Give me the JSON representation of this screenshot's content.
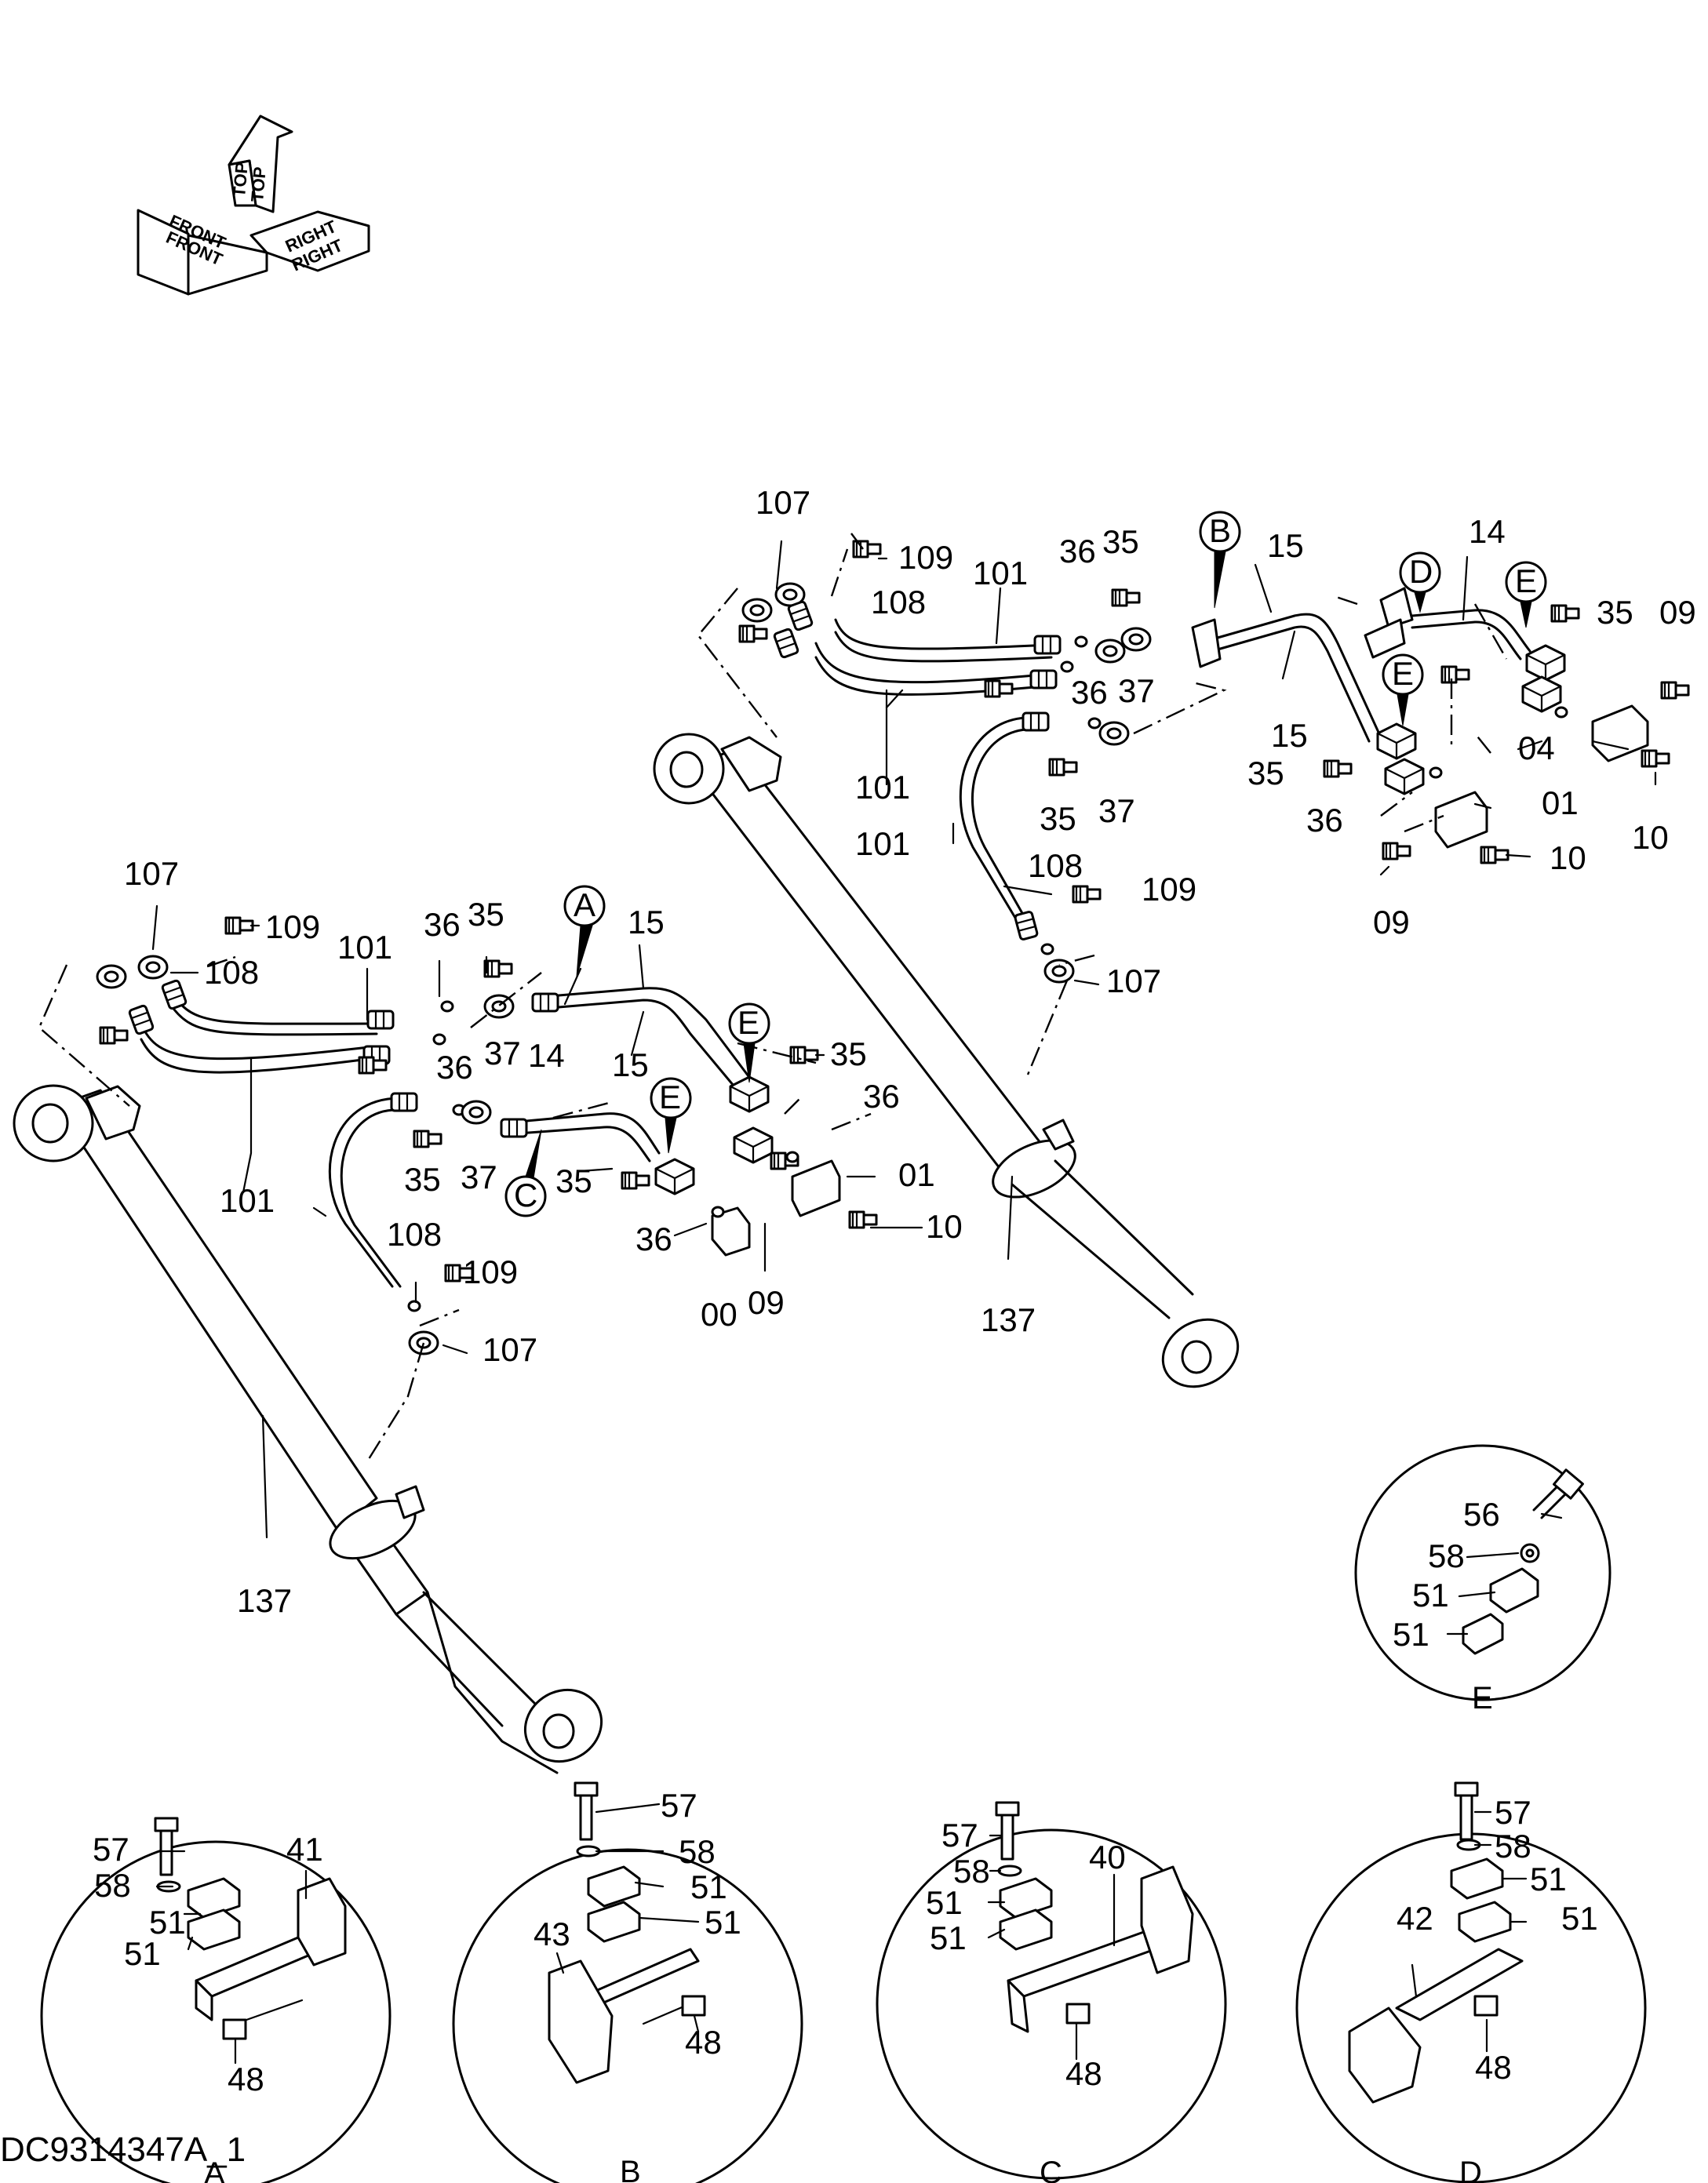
{
  "document_id": "DC9314347A_1",
  "orientation_symbol": {
    "labels": [
      "FRONT",
      "TOP",
      "RIGHT"
    ]
  },
  "callouts": {
    "left_assembly": [
      "107",
      "109",
      "108",
      "101",
      "101",
      "101",
      "36",
      "35",
      "37",
      "A",
      "15",
      "15",
      "14",
      "36",
      "37",
      "35",
      "C",
      "E",
      "E",
      "35",
      "35",
      "36",
      "36",
      "01",
      "10",
      "09",
      "00",
      "108",
      "109",
      "107",
      "137"
    ],
    "right_assembly": [
      "107",
      "109",
      "108",
      "101",
      "101",
      "101",
      "36",
      "35",
      "37",
      "36",
      "37",
      "35",
      "B",
      "15",
      "15",
      "D",
      "14",
      "E",
      "E",
      "35",
      "35",
      "36",
      "09",
      "04",
      "10",
      "01",
      "10",
      "09",
      "108",
      "109",
      "107",
      "137"
    ]
  },
  "details": [
    {
      "key": "E",
      "caption": "E",
      "parts": [
        "56",
        "58",
        "51",
        "51"
      ]
    },
    {
      "key": "A",
      "caption": "A",
      "parts": [
        "57",
        "58",
        "51",
        "51",
        "41",
        "48"
      ]
    },
    {
      "key": "B",
      "caption": "B",
      "parts": [
        "57",
        "58",
        "51",
        "51",
        "43",
        "48"
      ]
    },
    {
      "key": "C",
      "caption": "C",
      "parts": [
        "57",
        "58",
        "51",
        "51",
        "40",
        "48"
      ]
    },
    {
      "key": "D",
      "caption": "D",
      "parts": [
        "57",
        "58",
        "51",
        "51",
        "42",
        "48"
      ]
    }
  ]
}
